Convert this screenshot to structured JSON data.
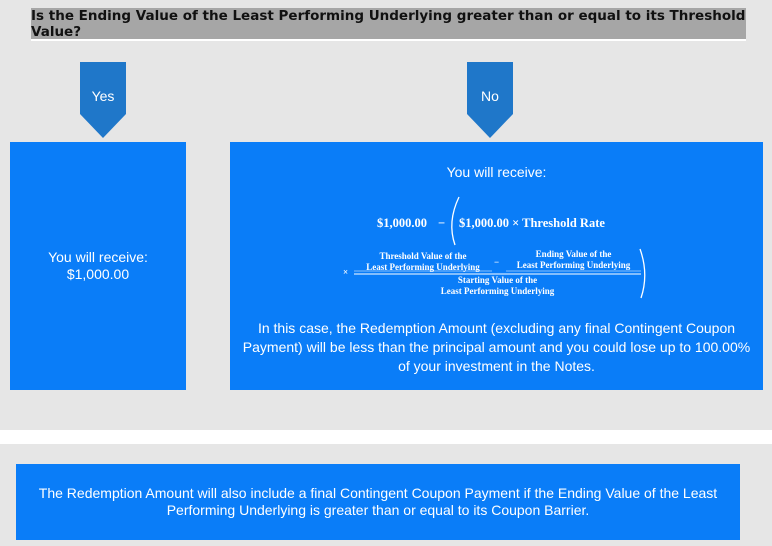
{
  "question": "Is the Ending Value of the Least Performing Underlying greater than or equal to its Threshold Value?",
  "yes_branch": {
    "label": "Yes",
    "receive_label": "You will receive:",
    "amount": "$1,000.00"
  },
  "no_branch": {
    "label": "No",
    "receive_label": "You will receive:",
    "formula": {
      "principal": "$1,000.00",
      "minus": "−",
      "inner": "$1,000.00 × Threshold Rate",
      "times": "×",
      "threshold_value_line1": "Threshold Value of the",
      "threshold_value_line2": "Least Performing Underlying",
      "ending_value_line1": "Ending Value of the",
      "ending_value_line2": "Least Performing Underlying",
      "starting_value_line1": "Starting Value of the",
      "starting_value_line2": "Least Performing Underlying"
    },
    "description": "In this case, the Redemption Amount (excluding any final Contingent Coupon Payment) will be less than the principal amount and you could lose up to 100.00% of your investment in the Notes."
  },
  "note": "The Redemption Amount will also include a final Contingent Coupon Payment if the Ending Value of the Least Performing Underlying is greater than or equal to its Coupon Barrier.",
  "colors": {
    "box_blue": "#0a7df8",
    "arrow_blue": "#1f77c9",
    "panel_gray": "#e6e6e6",
    "question_gray": "#a6a6a6"
  }
}
